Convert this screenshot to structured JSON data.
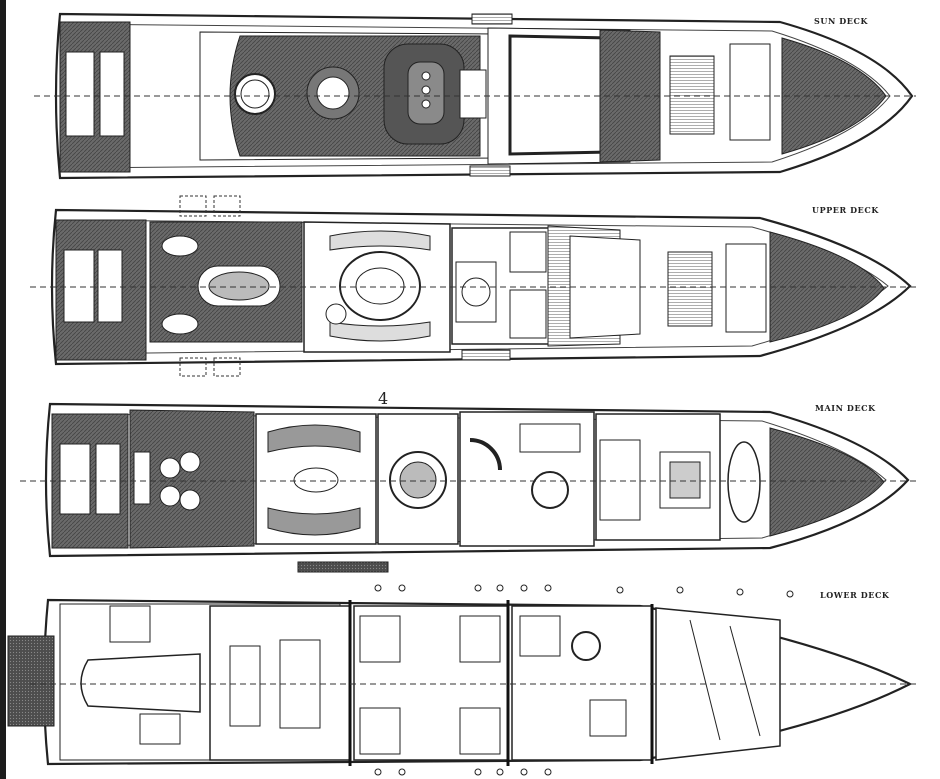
{
  "decks": [
    {
      "id": "sun",
      "label": "SUN DECK"
    },
    {
      "id": "upper",
      "label": "UPPER DECK"
    },
    {
      "id": "main",
      "label": "MAIN DECK"
    },
    {
      "id": "lower",
      "label": "LOWER DECK"
    }
  ],
  "annotations": {
    "marker": "4"
  },
  "colors": {
    "ink": "#2a2a2a",
    "deck_fill": "#5a5a5a",
    "paper": "#ffffff",
    "pale": "#f3f3f3"
  }
}
